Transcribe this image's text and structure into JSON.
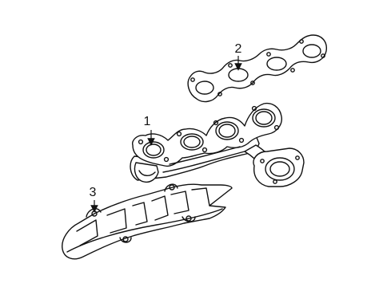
{
  "callouts": [
    {
      "id": "1",
      "label": "1",
      "part": "exhaust-manifold"
    },
    {
      "id": "2",
      "label": "2",
      "part": "manifold-gasket"
    },
    {
      "id": "3",
      "label": "3",
      "part": "heat-shield"
    }
  ],
  "colors": {
    "line": "#111111",
    "background": "#ffffff"
  }
}
